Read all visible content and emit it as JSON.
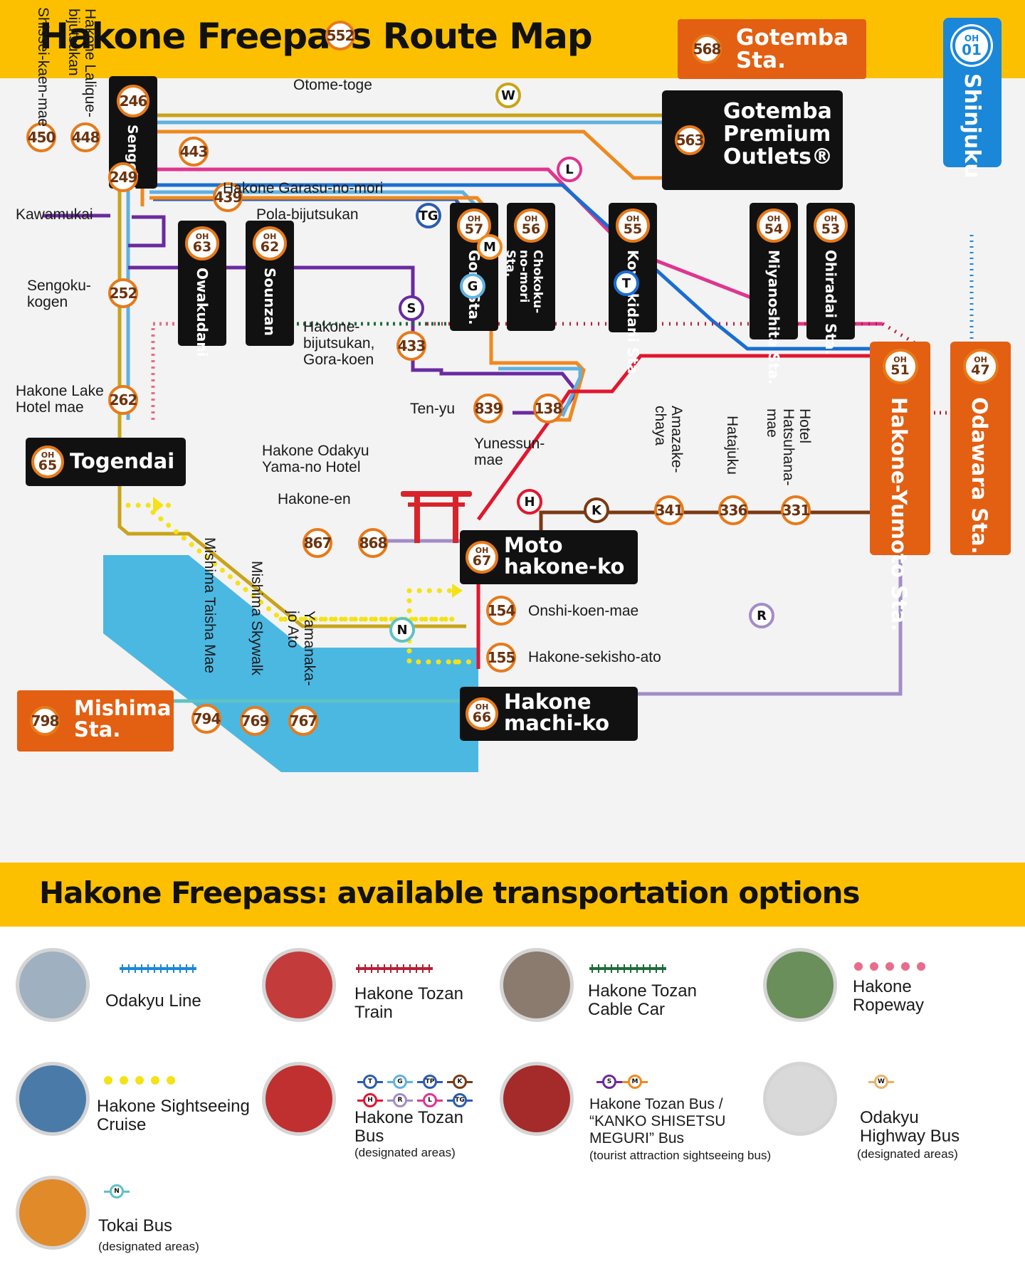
{
  "title": "Hakone Freepass Route Map",
  "subtitle": "Hakone Freepass: available transportation options",
  "colors": {
    "banner": "#fcc000",
    "odakyu_line": "#1b87d8",
    "tozan_train": "#b51f35",
    "cable_car": "#1e6b3a",
    "ropeway": "#e86c8c",
    "cruise": "#f4e216",
    "lake": "#4bb8e2",
    "station_box": "#111111",
    "terminal_orange": "#e35f12",
    "bus_stop_border": "#e77a1a"
  },
  "map": {
    "terminals": {
      "gotemba": {
        "code": "568",
        "name1": "Gotemba",
        "name2": "Sta."
      },
      "outlets": {
        "code": "563",
        "name1": "Gotemba",
        "name2": "Premium",
        "name3": "Outlets®"
      },
      "shinjuku": {
        "oh": "OH",
        "num": "01",
        "name": "Shinjuku"
      },
      "odawara": {
        "oh": "OH",
        "num": "47",
        "name": "Odawara Sta."
      },
      "yumoto": {
        "oh": "OH",
        "num": "51",
        "name": "Hakone-Yumoto Sta."
      },
      "mishima": {
        "code": "798",
        "name1": "Mishima",
        "name2": "Sta."
      },
      "togendai": {
        "oh": "OH",
        "num": "65",
        "name": "Togendai"
      },
      "motohakone": {
        "oh": "OH",
        "num": "67",
        "name1": "Moto",
        "name2": "hakone-ko"
      },
      "machiko": {
        "oh": "OH",
        "num": "66",
        "name1": "Hakone",
        "name2": "machi-ko"
      }
    },
    "rail_stations": [
      {
        "oh": "OH",
        "num": "63",
        "name": "Owakudani"
      },
      {
        "oh": "OH",
        "num": "62",
        "name": "Sounzan"
      },
      {
        "oh": "OH",
        "num": "57",
        "name": "Gora Sta."
      },
      {
        "oh": "OH",
        "num": "56",
        "name": "Chokoku-no-mori Sta."
      },
      {
        "oh": "OH",
        "num": "55",
        "name": "Kowakidani Sta."
      },
      {
        "oh": "OH",
        "num": "54",
        "name": "Miyanoshita Sta."
      },
      {
        "oh": "OH",
        "num": "53",
        "name": "Ohiradai Sta."
      }
    ],
    "sengoku": {
      "code": "246",
      "name": "Sengoku"
    },
    "bus_stops": [
      {
        "code": "552",
        "label": "Otome-toge"
      },
      {
        "code": "450",
        "label": "Shissei-kaen-mae"
      },
      {
        "code": "448",
        "label": "Hakone Lalique-bijutsukan"
      },
      {
        "code": "443",
        "label": "Hakone Garasu-no-mori"
      },
      {
        "code": "249",
        "label": "Kawamukai"
      },
      {
        "code": "439",
        "label": "Pola-bijutsukan"
      },
      {
        "code": "252",
        "label": "Sengoku-kogen"
      },
      {
        "code": "262",
        "label": "Hakone Lake Hotel mae"
      },
      {
        "code": "433",
        "label": "Hakone-bijutsukan, Gora-koen"
      },
      {
        "code": "839",
        "label": "Ten-yu"
      },
      {
        "code": "138",
        "label": "Yunessun-mae"
      },
      {
        "code": "867",
        "label": "Hakone-en"
      },
      {
        "code": "868",
        "label": "Hakone Odakyu Yama-no Hotel"
      },
      {
        "code": "341",
        "label": "Amazake-chaya"
      },
      {
        "code": "336",
        "label": "Hatajuku"
      },
      {
        "code": "331",
        "label": "Hotel Hatsuhana-mae"
      },
      {
        "code": "154",
        "label": "Onshi-koen-mae"
      },
      {
        "code": "155",
        "label": "Hakone-sekisho-ato"
      },
      {
        "code": "794",
        "label": "Mishima Taisha Mae"
      },
      {
        "code": "769",
        "label": "Mishima Skywalk"
      },
      {
        "code": "767",
        "label": "Yamanaka-jo Ato"
      }
    ],
    "route_letters": [
      "W",
      "L",
      "TG",
      "M",
      "G",
      "S",
      "T",
      "H",
      "K",
      "R",
      "N"
    ]
  },
  "legend": [
    {
      "name": "Odakyu Line",
      "sub": "",
      "icon": "train-photo-icon"
    },
    {
      "name": "Hakone Tozan Train",
      "sub": "",
      "icon": "train-photo-icon"
    },
    {
      "name": "Hakone Tozan Cable Car",
      "sub": "",
      "icon": "cable-car-photo-icon"
    },
    {
      "name": "Hakone Ropeway",
      "sub": "",
      "icon": "ropeway-photo-icon"
    },
    {
      "name": "Hakone Sightseeing Cruise",
      "sub": "",
      "icon": "ship-photo-icon"
    },
    {
      "name": "Hakone Tozan Bus",
      "sub": "(designated areas)",
      "icon": "bus-photo-icon",
      "letters": [
        "T",
        "G",
        "TP",
        "K",
        "H",
        "R",
        "L",
        "TG"
      ]
    },
    {
      "name": "Hakone Tozan Bus / “KANKO SHISETSU MEGURI” Bus",
      "sub": "(tourist attraction sightseeing bus)",
      "icon": "bus-photo-icon",
      "letters": [
        "S",
        "M"
      ]
    },
    {
      "name": "Odakyu Highway Bus",
      "sub": "(designated areas)",
      "icon": "bus-photo-icon",
      "letters": [
        "W"
      ]
    },
    {
      "name": "Tokai Bus",
      "sub": "(designated areas)",
      "icon": "bus-photo-icon",
      "letters": [
        "N"
      ]
    }
  ]
}
